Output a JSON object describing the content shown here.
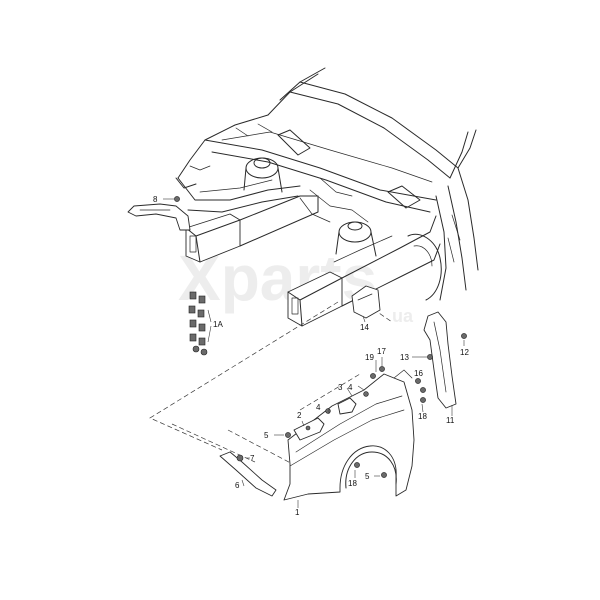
{
  "watermark": {
    "main": "Xparts",
    "sub": "ua"
  },
  "callouts": [
    {
      "id": "c1",
      "text": "1"
    },
    {
      "id": "c1a",
      "text": "1A"
    },
    {
      "id": "c2",
      "text": "2"
    },
    {
      "id": "c3",
      "text": "3"
    },
    {
      "id": "c4a",
      "text": "4"
    },
    {
      "id": "c4b",
      "text": "4"
    },
    {
      "id": "c5a",
      "text": "5"
    },
    {
      "id": "c5b",
      "text": "5"
    },
    {
      "id": "c6",
      "text": "6"
    },
    {
      "id": "c7",
      "text": "7"
    },
    {
      "id": "c8",
      "text": "8"
    },
    {
      "id": "c11",
      "text": "11"
    },
    {
      "id": "c12",
      "text": "12"
    },
    {
      "id": "c13",
      "text": "13"
    },
    {
      "id": "c14",
      "text": "14"
    },
    {
      "id": "c16",
      "text": "16"
    },
    {
      "id": "c17",
      "text": "17"
    },
    {
      "id": "c18a",
      "text": "18"
    },
    {
      "id": "c18b",
      "text": "18"
    },
    {
      "id": "c19",
      "text": "19"
    }
  ]
}
